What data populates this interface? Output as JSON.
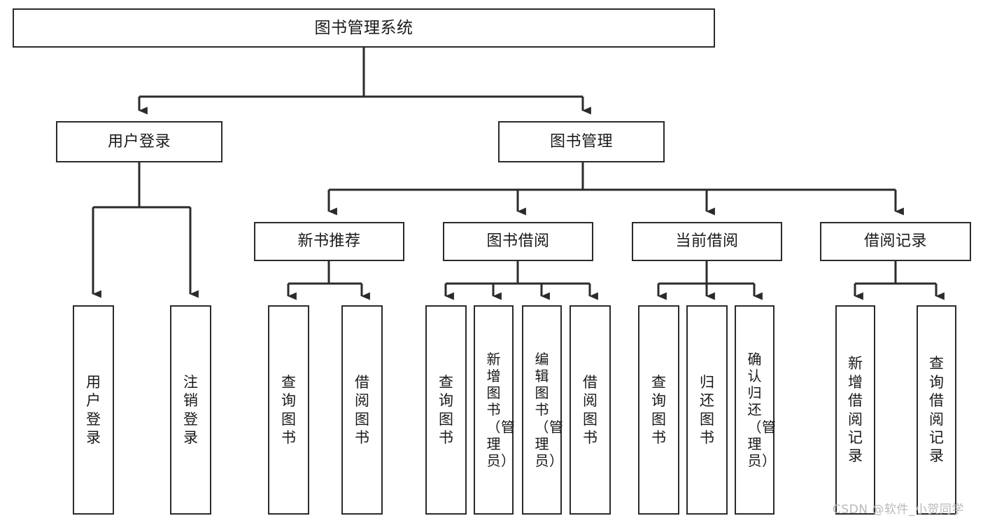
{
  "diagram": {
    "type": "tree",
    "title": "图书管理系统",
    "root": {
      "id": "root",
      "label": "图书管理系统"
    },
    "level2": [
      {
        "id": "user-login",
        "label": "用户登录"
      },
      {
        "id": "book-manage",
        "label": "图书管理"
      }
    ],
    "level3": [
      {
        "id": "new-book-rec",
        "label": "新书推荐"
      },
      {
        "id": "book-borrow",
        "label": "图书借阅"
      },
      {
        "id": "current-borrow",
        "label": "当前借阅"
      },
      {
        "id": "borrow-record",
        "label": "借阅记录"
      }
    ],
    "leaves": {
      "user_login": [
        {
          "id": "leaf-user-login",
          "label": "用户登录"
        },
        {
          "id": "leaf-logout",
          "label": "注销登录"
        }
      ],
      "new_book_rec": [
        {
          "id": "leaf-query-book-1",
          "label": "查询图书"
        },
        {
          "id": "leaf-borrow-book-1",
          "label": "借阅图书"
        }
      ],
      "book_borrow": [
        {
          "id": "leaf-query-book-2",
          "label": "查询图书"
        },
        {
          "id": "leaf-add-book",
          "label": "新增图书（管理员）"
        },
        {
          "id": "leaf-edit-book",
          "label": "编辑图书（管理员）"
        },
        {
          "id": "leaf-borrow-book-2",
          "label": "借阅图书"
        }
      ],
      "current_borrow": [
        {
          "id": "leaf-query-book-3",
          "label": "查询图书"
        },
        {
          "id": "leaf-return-book",
          "label": "归还图书"
        },
        {
          "id": "leaf-confirm-return",
          "label": "确认归还（管理员）"
        }
      ],
      "borrow_record": [
        {
          "id": "leaf-add-record",
          "label": "新增借阅记录"
        },
        {
          "id": "leaf-query-record",
          "label": "查询借阅记录"
        }
      ]
    },
    "colors": {
      "stroke": "#2b2b2b",
      "box_fill": "#ffffff",
      "text": "#1a1a1a",
      "background": "#ffffff",
      "watermark": "#b9b9b9"
    }
  },
  "watermark": {
    "text": "CSDN @软件_小贺同学"
  }
}
